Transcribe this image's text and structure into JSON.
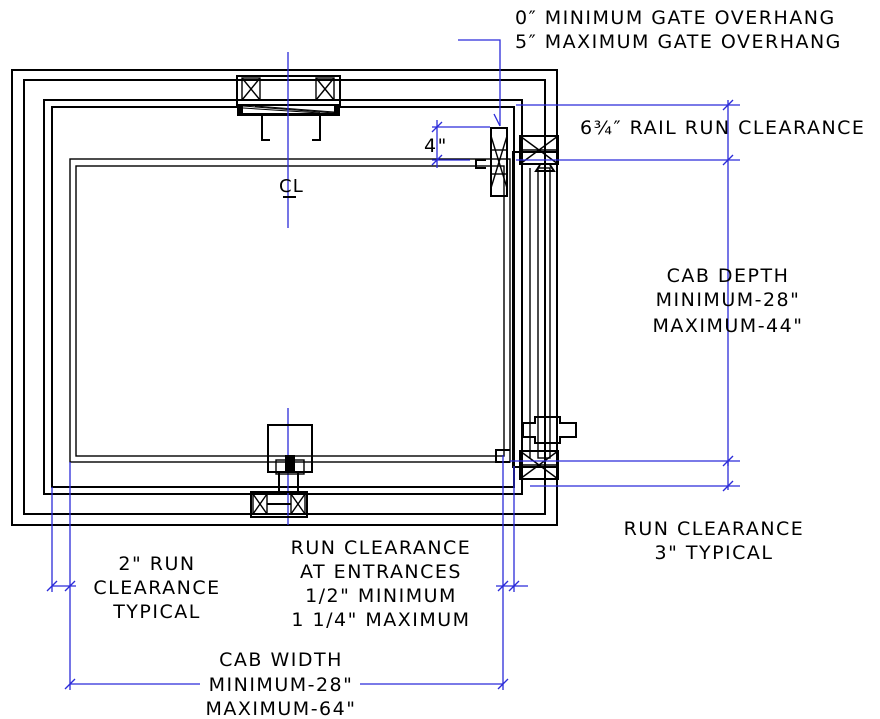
{
  "labels": {
    "gate_overhang_min": "0″ MINIMUM GATE OVERHANG",
    "gate_overhang_max": "5″ MAXIMUM GATE OVERHANG",
    "rail_run_clearance": "6¾″ RAIL RUN CLEARANCE",
    "four_inch": "4\"",
    "centerline": "CL",
    "cab_depth_title": "CAB DEPTH",
    "cab_depth_min": "MINIMUM-28\"",
    "cab_depth_max": "MAXIMUM-44\"",
    "run_clearance_title": "RUN CLEARANCE",
    "run_clearance_typ": "3\" TYPICAL",
    "two_inch_line1": "2\" RUN",
    "two_inch_line2": "CLEARANCE",
    "two_inch_line3": "TYPICAL",
    "entrances_line1": "RUN CLEARANCE",
    "entrances_line2": "AT ENTRANCES",
    "entrances_line3": "1/2\" MINIMUM",
    "entrances_line4": "1 1/4\" MAXIMUM",
    "cab_width_title": "CAB WIDTH",
    "cab_width_min": "MINIMUM-28\"",
    "cab_width_max": "MAXIMUM-64\""
  },
  "colors": {
    "line": "#000000",
    "dimension": "#2b2bd9",
    "background": "#ffffff"
  }
}
